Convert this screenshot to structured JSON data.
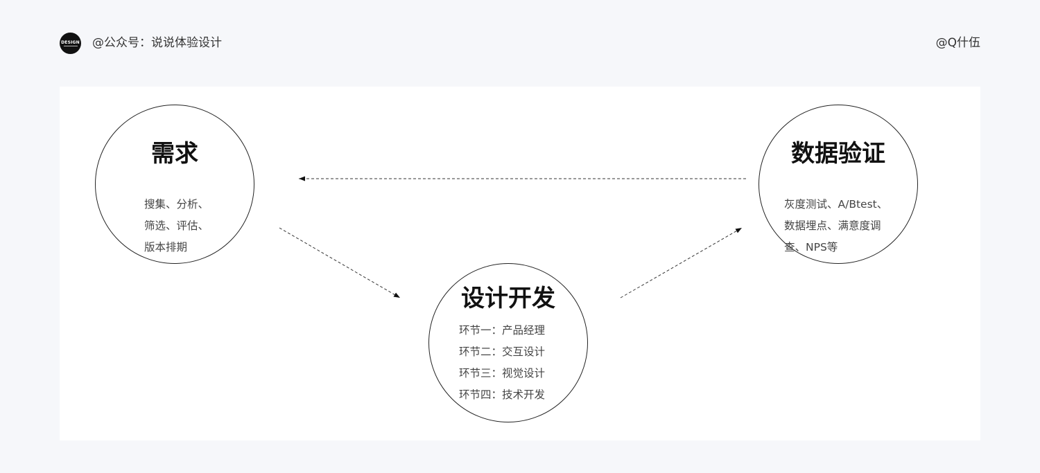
{
  "header": {
    "account": "@公众号：说说体验设计",
    "author": "@Q什伍",
    "logo_text": "DESIGN"
  },
  "nodes": {
    "demand": {
      "title": "需求",
      "lines": [
        "搜集、分析、",
        "筛选、评估、",
        "版本排期"
      ]
    },
    "design": {
      "title": "设计开发",
      "lines": [
        "环节一：产品经理",
        "环节二：交互设计",
        "环节三：视觉设计",
        "环节四：技术开发"
      ]
    },
    "data": {
      "title": "数据验证",
      "lines": [
        "灰度测试、A/Btest、",
        "数据埋点、满意度调",
        "查、NPS等"
      ]
    }
  },
  "colors": {
    "background": "#f6f7fa",
    "card": "#ffffff",
    "stroke": "#222222",
    "text_muted": "#444444"
  }
}
